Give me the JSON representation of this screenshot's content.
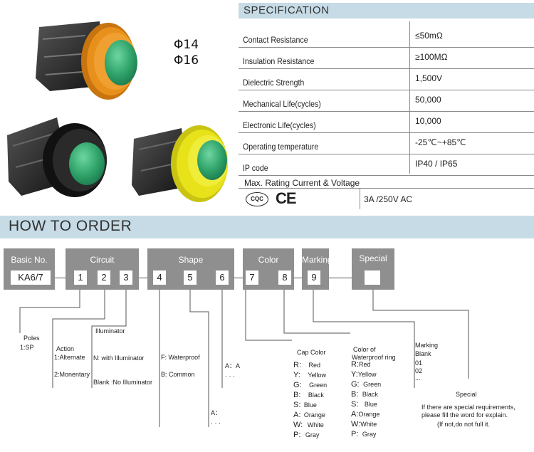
{
  "photos": {
    "dimensions": [
      "Φ14",
      "Φ16"
    ]
  },
  "spec": {
    "title": "SPECIFICATION",
    "rows": [
      {
        "label": "Contact Resistance",
        "value": "≤50mΩ"
      },
      {
        "label": "Insulation Resistance",
        "value": "≥100MΩ"
      },
      {
        "label": "Dielectric Strength",
        "value": "1,500V"
      },
      {
        "label": "Mechanical Life(cycles)",
        "value": "50,000"
      },
      {
        "label": "Electronic  Life(cycles)",
        "value": "10,000"
      },
      {
        "label": "Operating temperature",
        "value": "-25℃~+85℃"
      },
      {
        "label": "IP code",
        "value": "IP40  /  IP65"
      }
    ],
    "max_rating_label": "Max. Rating Current & Voltage",
    "cert_cqc": "CQC",
    "cert_ce": "CE",
    "max_rating_value": "3A  /250V AC"
  },
  "order": {
    "title": "HOW TO ORDER",
    "groups": {
      "basic": {
        "head": "Basic No.",
        "value": "KA6/7"
      },
      "circuit": {
        "head": "Circuit",
        "digits": [
          "1",
          "2",
          "3"
        ]
      },
      "shape": {
        "head": "Shape",
        "digits": [
          "4",
          "5",
          "6"
        ]
      },
      "color": {
        "head": "Color",
        "digits": [
          "7",
          "8"
        ]
      },
      "marking": {
        "head": "Marking",
        "digits": [
          "9"
        ]
      },
      "special": {
        "head": "Special"
      }
    },
    "poles": {
      "title": "Poles",
      "line": "1:SP"
    },
    "action": {
      "title": "Action",
      "lines": [
        "1:Alternate",
        "2:Monentary"
      ]
    },
    "illuminator": {
      "title": "Illuminator",
      "lines": [
        "N: with Illuminator",
        "Blank :No Illuminator"
      ]
    },
    "waterproof": {
      "lines": [
        "F: Waterproof",
        "B: Common"
      ]
    },
    "shape_a": {
      "lines": [
        "A：A",
        "· · ·"
      ]
    },
    "shape_b": {
      "lines": [
        "A：",
        "· · ·"
      ]
    },
    "cap_color": {
      "title": "Cap Color",
      "items": [
        [
          "R:",
          "Red"
        ],
        [
          "Y:",
          "Yellow"
        ],
        [
          "G:",
          "Green"
        ],
        [
          "B:",
          "Black"
        ],
        [
          "S:",
          "Blue"
        ],
        [
          "A:",
          "Orange"
        ],
        [
          "W:",
          "White"
        ],
        [
          "P:",
          "Gray"
        ]
      ]
    },
    "ring_color": {
      "title_lines": [
        "Color of",
        "Waterproof ring"
      ],
      "items": [
        [
          "R:",
          "Red"
        ],
        [
          "Y:",
          "Yellow"
        ],
        [
          "G:",
          "Green"
        ],
        [
          "B:",
          "Black"
        ],
        [
          "S:",
          "Blue"
        ],
        [
          "A:",
          "Orange"
        ],
        [
          "W:",
          "White"
        ],
        [
          "P:",
          "Gray"
        ]
      ]
    },
    "marking": {
      "lines": [
        "Marking",
        "Blank",
        "01",
        "02",
        "..."
      ]
    },
    "special": {
      "title": "Special",
      "lines": [
        "If there are special requirements,",
        "please fill the word for explain.",
        "(If not,do not full it."
      ]
    }
  },
  "colors": {
    "band": "#c6dbe6",
    "box_gray": "#8f8f8f",
    "cap_green": "#2fa36a",
    "bezel_orange": "#e8901c",
    "bezel_yellow": "#e8e21a"
  }
}
